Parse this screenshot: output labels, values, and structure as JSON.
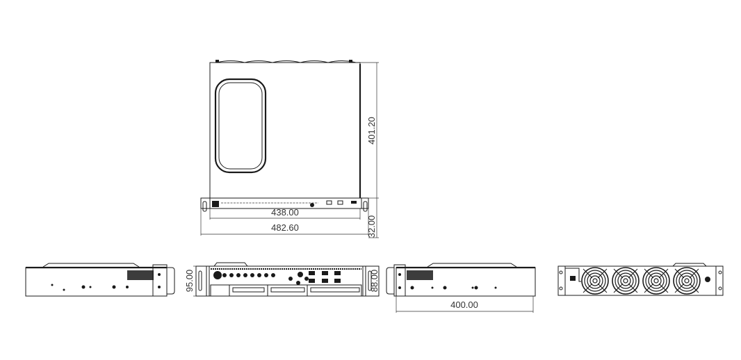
{
  "drawing": {
    "views": [
      "top-view",
      "left-side-view",
      "front-view",
      "right-side-view",
      "rear-view"
    ],
    "dimensions": {
      "depth_top": "401.20",
      "inner_width": "438.00",
      "overall_width": "482.60",
      "handle_depth": "32.00",
      "front_height": "95.00",
      "chassis_height": "88.00",
      "side_depth": "400.00"
    },
    "rear_fan_count": 4,
    "line_color": "#1a1a1a"
  }
}
